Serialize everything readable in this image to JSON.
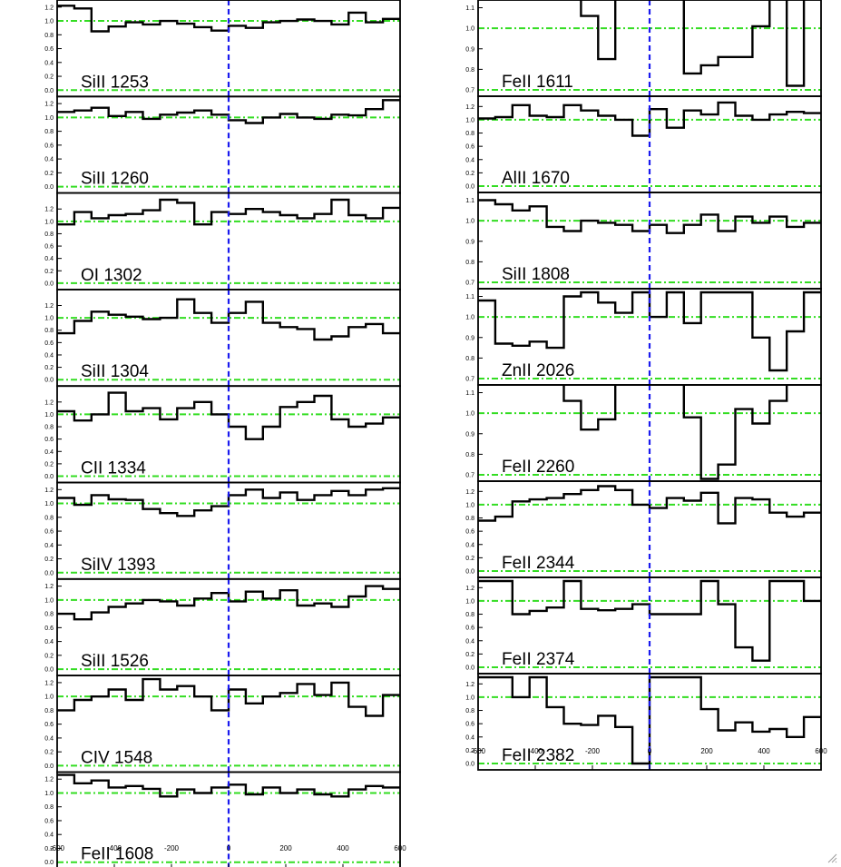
{
  "chart_data": [
    {
      "type": "line",
      "title": "",
      "xlabel": "",
      "ylabel": "",
      "xlim": [
        -600,
        600
      ],
      "xticks": [
        -600,
        -400,
        -200,
        0,
        200,
        400,
        600
      ],
      "panels": [
        {
          "label": "SiII 1253",
          "ylim": [
            0.0,
            1.25
          ],
          "yticks": [
            "0.0",
            "0.2",
            "0.4",
            "0.6",
            "0.8",
            "1.0",
            "1.2"
          ],
          "flux": [
            1.22,
            1.18,
            0.85,
            0.92,
            0.98,
            0.95,
            1.0,
            0.96,
            0.91,
            0.86,
            0.93,
            0.9,
            0.98,
            1.0,
            1.02,
            1.0,
            0.95,
            1.12,
            0.98,
            1.03
          ]
        },
        {
          "label": "SiII 1260",
          "ylim": [
            0.0,
            1.25
          ],
          "yticks": [
            "0.0",
            "0.2",
            "0.4",
            "0.6",
            "0.8",
            "1.0",
            "1.2"
          ],
          "flux": [
            1.08,
            1.1,
            1.14,
            1.02,
            1.08,
            0.98,
            1.04,
            1.07,
            1.1,
            1.04,
            0.96,
            0.92,
            1.0,
            1.05,
            1.0,
            0.98,
            1.04,
            1.03,
            1.12,
            1.25
          ]
        },
        {
          "label": "OI 1302",
          "ylim": [
            0.0,
            1.4
          ],
          "yticks": [
            "0.0",
            "0.2",
            "0.4",
            "0.6",
            "0.8",
            "1.0",
            "1.2"
          ],
          "flux": [
            0.95,
            1.15,
            1.05,
            1.1,
            1.12,
            1.18,
            1.35,
            1.3,
            0.95,
            1.15,
            1.12,
            1.2,
            1.15,
            1.1,
            1.05,
            1.12,
            1.35,
            1.1,
            1.05,
            1.22
          ]
        },
        {
          "label": "SiII 1304",
          "ylim": [
            0.0,
            1.4
          ],
          "yticks": [
            "0.0",
            "0.2",
            "0.4",
            "0.6",
            "0.8",
            "1.0",
            "1.2"
          ],
          "flux": [
            0.75,
            0.95,
            1.1,
            1.05,
            1.02,
            0.98,
            1.0,
            1.3,
            1.08,
            0.92,
            1.08,
            1.26,
            0.92,
            0.85,
            0.82,
            0.65,
            0.7,
            0.85,
            0.9,
            0.75
          ]
        },
        {
          "label": "CII 1334",
          "ylim": [
            0.0,
            1.4
          ],
          "yticks": [
            "0.0",
            "0.2",
            "0.4",
            "0.6",
            "0.8",
            "1.0",
            "1.2"
          ],
          "flux": [
            1.05,
            0.9,
            1.0,
            1.35,
            1.05,
            1.1,
            0.92,
            1.1,
            1.2,
            1.0,
            0.8,
            0.6,
            0.8,
            1.12,
            1.2,
            1.3,
            0.92,
            0.8,
            0.85,
            0.95
          ]
        },
        {
          "label": "SiIV 1393",
          "ylim": [
            0.0,
            1.25
          ],
          "yticks": [
            "0.0",
            "0.2",
            "0.4",
            "0.6",
            "0.8",
            "1.0",
            "1.2"
          ],
          "flux": [
            1.08,
            0.98,
            1.12,
            1.06,
            1.05,
            0.92,
            0.86,
            0.82,
            0.9,
            0.96,
            1.12,
            1.2,
            1.08,
            1.16,
            1.05,
            1.12,
            1.18,
            1.12,
            1.2,
            1.22
          ]
        },
        {
          "label": "SiII 1526",
          "ylim": [
            0.0,
            1.25
          ],
          "yticks": [
            "0.0",
            "0.2",
            "0.4",
            "0.6",
            "0.8",
            "1.0",
            "1.2"
          ],
          "flux": [
            0.8,
            0.72,
            0.82,
            0.9,
            0.95,
            1.0,
            0.98,
            0.92,
            1.02,
            1.1,
            0.98,
            1.12,
            1.02,
            1.14,
            0.92,
            0.95,
            0.9,
            1.05,
            1.2,
            1.16
          ]
        },
        {
          "label": "CIV 1548",
          "ylim": [
            0.0,
            1.25
          ],
          "yticks": [
            "0.0",
            "0.2",
            "0.4",
            "0.6",
            "0.8",
            "1.0",
            "1.2"
          ],
          "flux": [
            0.8,
            0.95,
            1.0,
            1.1,
            0.95,
            1.25,
            1.1,
            1.15,
            1.0,
            0.8,
            1.1,
            0.9,
            1.0,
            1.05,
            1.18,
            1.02,
            1.2,
            0.85,
            0.72,
            1.02
          ]
        },
        {
          "label": "FeII 1608",
          "ylim": [
            0.0,
            1.25
          ],
          "yticks": [
            "0.0",
            "0.2",
            "0.4",
            "0.6",
            "0.8",
            "1.0",
            "1.2"
          ],
          "flux": [
            1.26,
            1.14,
            1.18,
            1.08,
            1.1,
            1.06,
            0.95,
            1.05,
            1.0,
            1.08,
            1.12,
            0.98,
            1.08,
            1.0,
            1.05,
            0.98,
            0.95,
            1.05,
            1.1,
            1.08
          ]
        }
      ]
    },
    {
      "type": "line",
      "title": "",
      "xlabel": "",
      "ylabel": "",
      "xlim": [
        -600,
        600
      ],
      "xticks": [
        -600,
        -400,
        -200,
        0,
        200,
        400,
        600
      ],
      "panels": [
        {
          "label": "FeII 1611",
          "ylim": [
            0.7,
            1.12
          ],
          "yticks": [
            "0.7",
            "0.8",
            "0.9",
            "1.0",
            "1.1"
          ],
          "flux": [
            1.2,
            1.2,
            1.2,
            1.2,
            1.2,
            1.2,
            1.06,
            0.85,
            1.2,
            1.2,
            1.2,
            1.2,
            0.78,
            0.82,
            0.86,
            0.86,
            1.01,
            1.2,
            0.72,
            1.25
          ]
        },
        {
          "label": "AlII 1670",
          "ylim": [
            0.0,
            1.3
          ],
          "yticks": [
            "0.0",
            "0.2",
            "0.4",
            "0.6",
            "0.8",
            "1.0",
            "1.2"
          ],
          "flux": [
            1.02,
            1.04,
            1.22,
            1.06,
            1.04,
            1.22,
            1.14,
            1.06,
            1.0,
            0.76,
            1.16,
            0.88,
            1.14,
            1.08,
            1.26,
            1.06,
            1.0,
            1.08,
            1.12,
            1.1
          ]
        },
        {
          "label": "SiII 1808",
          "ylim": [
            0.7,
            1.12
          ],
          "yticks": [
            "0.7",
            "0.8",
            "0.9",
            "1.0",
            "1.1"
          ],
          "flux": [
            1.1,
            1.08,
            1.05,
            1.07,
            0.97,
            0.95,
            1.0,
            0.99,
            0.98,
            0.95,
            0.98,
            0.94,
            0.98,
            1.03,
            0.95,
            1.02,
            0.99,
            1.02,
            0.97,
            0.99
          ]
        },
        {
          "label": "ZnII 2026",
          "ylim": [
            0.7,
            1.12
          ],
          "yticks": [
            "0.7",
            "0.8",
            "0.9",
            "1.0",
            "1.1"
          ],
          "flux": [
            1.08,
            0.87,
            0.86,
            0.88,
            0.85,
            1.1,
            1.12,
            1.07,
            1.02,
            1.12,
            1.0,
            1.12,
            0.97,
            1.12,
            1.12,
            1.12,
            0.9,
            0.74,
            0.93,
            1.12
          ]
        },
        {
          "label": "FeII 2260",
          "ylim": [
            0.7,
            1.12
          ],
          "yticks": [
            "0.7",
            "0.8",
            "0.9",
            "1.0",
            "1.1"
          ],
          "flux": [
            1.15,
            1.15,
            1.15,
            1.15,
            1.15,
            1.06,
            0.92,
            0.97,
            1.15,
            1.15,
            1.15,
            1.15,
            0.98,
            0.68,
            0.75,
            1.02,
            0.95,
            1.06,
            1.15,
            1.15
          ]
        },
        {
          "label": "FeII 2344",
          "ylim": [
            0.0,
            1.3
          ],
          "yticks": [
            "0.0",
            "0.2",
            "0.4",
            "0.6",
            "0.8",
            "1.0",
            "1.2"
          ],
          "flux": [
            0.76,
            0.82,
            1.05,
            1.08,
            1.1,
            1.16,
            1.22,
            1.28,
            1.22,
            1.0,
            0.95,
            1.1,
            1.06,
            1.18,
            0.72,
            1.1,
            1.08,
            0.88,
            0.82,
            0.88
          ]
        },
        {
          "label": "FeII 2374",
          "ylim": [
            0.0,
            1.3
          ],
          "yticks": [
            "0.0",
            "0.2",
            "0.4",
            "0.6",
            "0.8",
            "1.0",
            "1.2"
          ],
          "flux": [
            1.3,
            1.3,
            0.8,
            0.85,
            0.9,
            1.3,
            0.88,
            0.86,
            0.88,
            0.95,
            0.8,
            0.8,
            0.8,
            1.3,
            0.95,
            0.3,
            0.1,
            1.3,
            1.3,
            1.0
          ]
        },
        {
          "label": "FeII 2382",
          "ylim": [
            0.0,
            1.3
          ],
          "yticks": [
            "0.0",
            "0.2",
            "0.4",
            "0.6",
            "0.8",
            "1.0",
            "1.2"
          ],
          "flux": [
            1.3,
            1.3,
            1.0,
            1.3,
            0.85,
            0.6,
            0.58,
            0.72,
            0.55,
            0.0,
            1.3,
            1.3,
            1.3,
            0.82,
            0.5,
            0.62,
            0.48,
            0.52,
            0.4,
            0.7
          ]
        }
      ]
    }
  ]
}
